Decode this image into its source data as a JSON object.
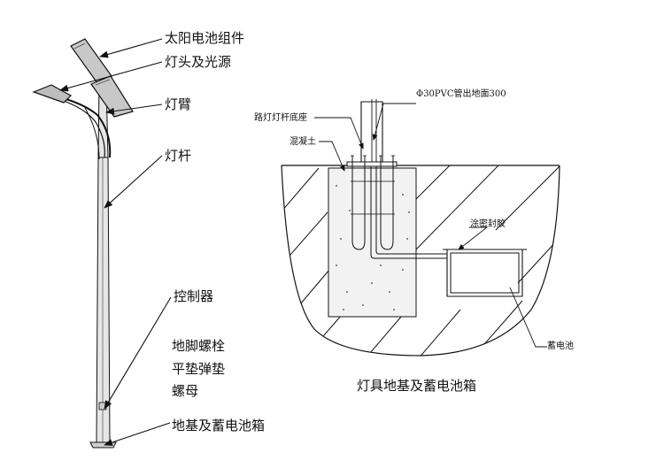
{
  "left_diagram": {
    "labels": {
      "solar_panel": "太阳电池组件",
      "lamp_head": "灯头及光源",
      "lamp_arm": "灯臂",
      "lamp_pole": "灯杆",
      "controller": "控制器",
      "anchor_bolt": "地脚螺栓",
      "flat_spring_washer": "平垫弹垫",
      "nut": "螺母",
      "foundation_battery_box": "地基及蓄电池箱"
    }
  },
  "right_diagram": {
    "labels": {
      "pvc_pipe": "Φ30PVC管出地面300",
      "pole_base": "路灯灯杆底座",
      "concrete": "混凝土",
      "sealant": "涂密封胶",
      "battery": "蓄电池"
    },
    "caption": "灯具地基及蓄电池箱"
  },
  "colors": {
    "line": "#111111",
    "pole_fill": "#e6e6e6",
    "panel_fill": "#c8c8c8",
    "concrete_fill": "#f2f2f2",
    "background": "#ffffff"
  }
}
